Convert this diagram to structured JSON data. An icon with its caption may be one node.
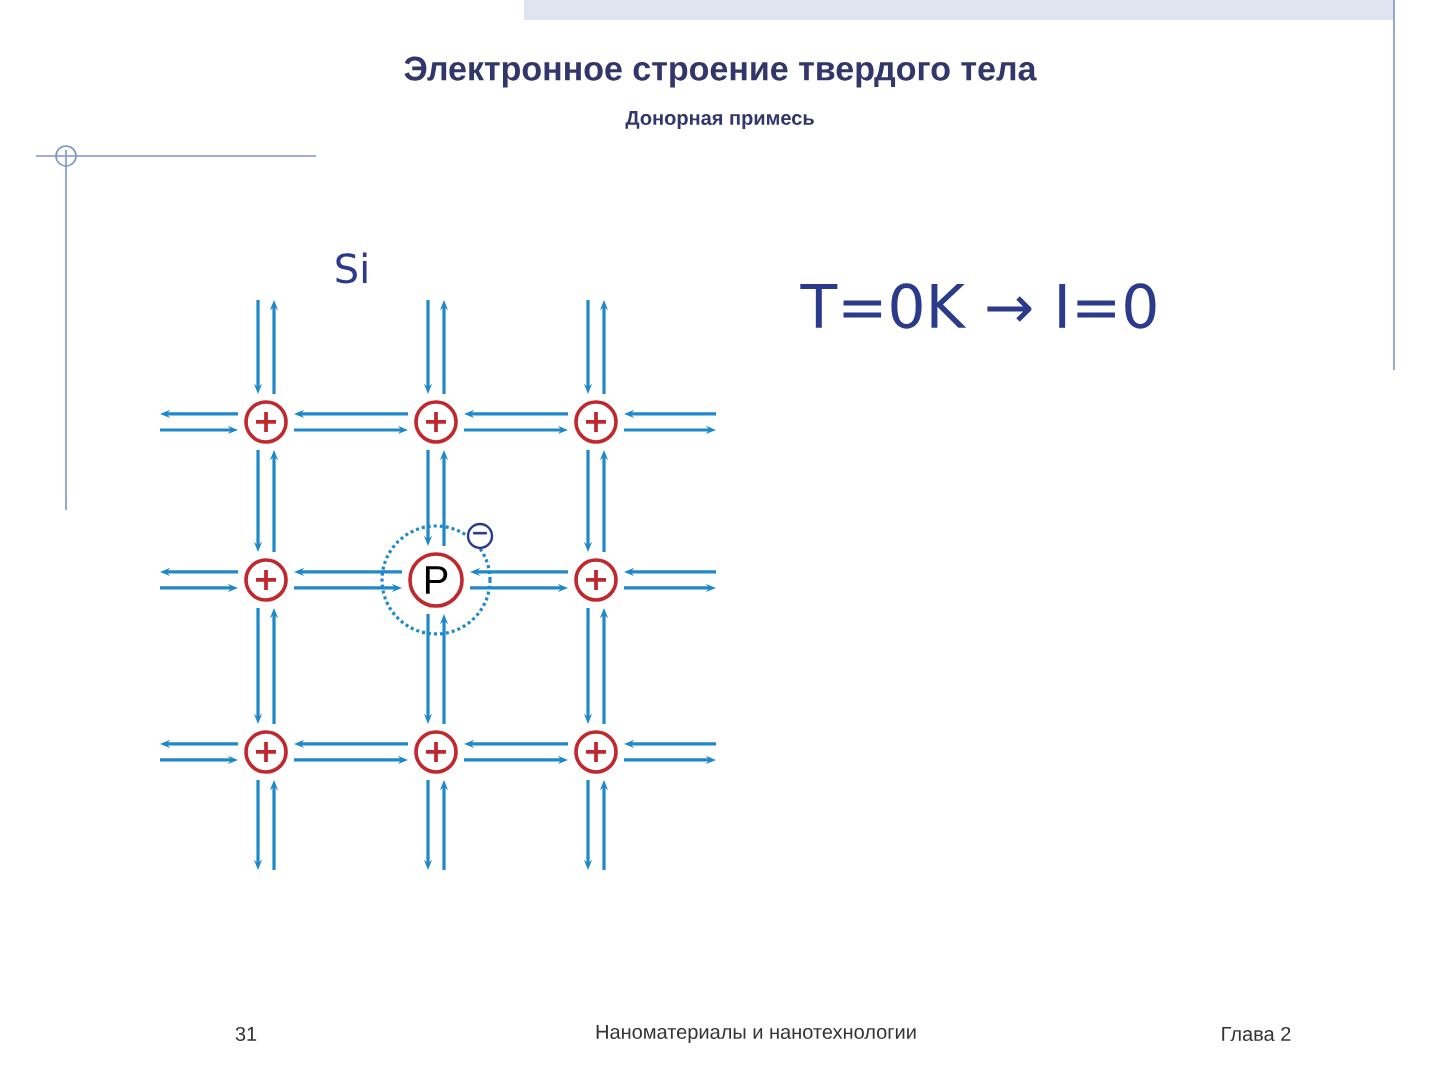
{
  "diagram": {
    "title": "Электронное строение твердого тела",
    "nodes": [
      {
        "text": [
          "+"
        ]
      },
      {
        "text": [
          "+"
        ]
      },
      {
        "text": [
          "+"
        ]
      },
      {
        "text": [
          "+"
        ]
      },
      {
        "text": [
          "P"
        ]
      },
      {
        "text": [
          "+"
        ]
      },
      {
        "text": [
          "+"
        ]
      },
      {
        "text": [
          "+"
        ]
      },
      {
        "text": [
          "+"
        ]
      },
      {
        "text": [
          "−"
        ]
      }
    ],
    "edges": [
      {
        "from": 0,
        "to": null,
        "arrow": "to"
      },
      {
        "from": null,
        "to": 0,
        "arrow": "to"
      },
      {
        "from": 1,
        "to": 0,
        "arrow": "to"
      },
      {
        "from": 0,
        "to": 1,
        "arrow": "to"
      },
      {
        "from": 2,
        "to": 1,
        "arrow": "to"
      },
      {
        "from": 1,
        "to": 2,
        "arrow": "to"
      },
      {
        "from": null,
        "to": 2,
        "arrow": "to"
      },
      {
        "from": 2,
        "to": null,
        "arrow": "to"
      },
      {
        "from": 3,
        "to": null,
        "arrow": "to"
      },
      {
        "from": null,
        "to": 3,
        "arrow": "to"
      },
      {
        "from": 4,
        "to": 3,
        "arrow": "to"
      },
      {
        "from": 3,
        "to": 4,
        "arrow": "to"
      },
      {
        "from": 5,
        "to": 4,
        "arrow": "to"
      },
      {
        "from": 4,
        "to": 5,
        "arrow": "to"
      },
      {
        "from": null,
        "to": 5,
        "arrow": "to"
      },
      {
        "from": 5,
        "to": null,
        "arrow": "to"
      },
      {
        "from": 6,
        "to": null,
        "arrow": "to"
      },
      {
        "from": null,
        "to": 6,
        "arrow": "to"
      },
      {
        "from": 7,
        "to": 6,
        "arrow": "to"
      },
      {
        "from": 6,
        "to": 7,
        "arrow": "to"
      },
      {
        "from": 8,
        "to": 7,
        "arrow": "to"
      },
      {
        "from": 7,
        "to": 8,
        "arrow": "to"
      },
      {
        "from": null,
        "to": 8,
        "arrow": "to"
      },
      {
        "from": 8,
        "to": null,
        "arrow": "to"
      },
      {
        "from": null,
        "to": 0,
        "arrow": "to"
      },
      {
        "from": 0,
        "to": null,
        "arrow": "to"
      },
      {
        "from": 0,
        "to": 3,
        "arrow": "to"
      },
      {
        "from": 3,
        "to": 0,
        "arrow": "to"
      },
      {
        "from": 3,
        "to": 6,
        "arrow": "to"
      },
      {
        "from": 6,
        "to": 3,
        "arrow": "to"
      },
      {
        "from": 6,
        "to": null,
        "arrow": "to"
      },
      {
        "from": null,
        "to": 6,
        "arrow": "to"
      },
      {
        "from": null,
        "to": 1,
        "arrow": "to"
      },
      {
        "from": 1,
        "to": null,
        "arrow": "to"
      },
      {
        "from": 1,
        "to": 4,
        "arrow": "to"
      },
      {
        "from": 4,
        "to": 1,
        "arrow": "to"
      },
      {
        "from": 4,
        "to": 7,
        "arrow": "to"
      },
      {
        "from": 7,
        "to": 4,
        "arrow": "to"
      },
      {
        "from": 7,
        "to": null,
        "arrow": "to"
      },
      {
        "from": null,
        "to": 7,
        "arrow": "to"
      },
      {
        "from": null,
        "to": 2,
        "arrow": "to"
      },
      {
        "from": 2,
        "to": null,
        "arrow": "to"
      },
      {
        "from": 2,
        "to": 5,
        "arrow": "to"
      },
      {
        "from": 5,
        "to": 2,
        "arrow": "to"
      },
      {
        "from": 5,
        "to": 8,
        "arrow": "to"
      },
      {
        "from": 8,
        "to": 5,
        "arrow": "to"
      },
      {
        "from": 8,
        "to": null,
        "arrow": "to"
      },
      {
        "from": null,
        "to": 8,
        "arrow": "to"
      }
    ],
    "labels": [
      "Донорная примесь",
      "Si",
      "T=0K → I=0",
      "31",
      "Наноматериалы и нанотехнологии",
      "Глава 2"
    ]
  }
}
